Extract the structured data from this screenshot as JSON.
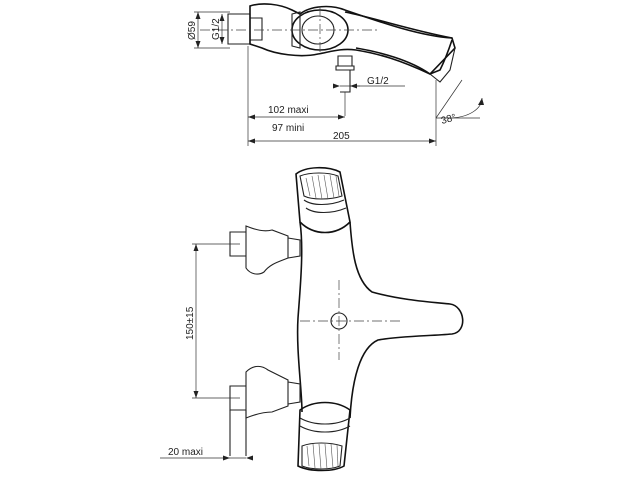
{
  "dimensions": {
    "body_diameter": "Ø59",
    "thread_inlet": "G1/2",
    "thread_outlet": "G1/2",
    "wall_depth_max": "102 maxi",
    "wall_depth_min": "97 mini",
    "overall_length": "205",
    "spout_angle": "38°",
    "inlet_spacing": "150±15",
    "eccentric_max": "20 maxi"
  },
  "colors": {
    "stroke": "#222222",
    "background": "#ffffff"
  }
}
